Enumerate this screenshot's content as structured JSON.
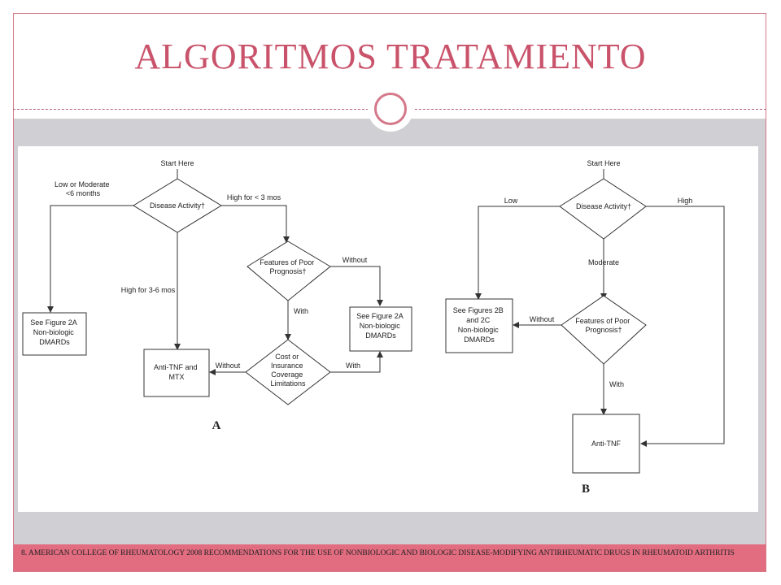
{
  "slide": {
    "title": "ALGORITMOS  TRATAMIENTO",
    "footer": "8. AMERICAN COLLEGE OF RHEUMATOLOGY 2008 RECOMMENDATIONS FOR THE USE OF NONBIOLOGIC AND BIOLOGIC DISEASE-MODIFYING ANTIRHEUMATIC DRUGS IN RHEUMATOID ARTHRITIS"
  },
  "colors": {
    "accent": "#c9536b",
    "footer_bg": "#e26c80",
    "band": "#d0d0d4"
  },
  "diagram_a": {
    "label": "A",
    "start": "Start Here",
    "decision1": [
      "Disease Activity†"
    ],
    "edge_low_mod": [
      "Low or Moderate",
      "<6 months"
    ],
    "edge_high_lt3": "High  for < 3 mos",
    "edge_high_3_6": "High for 3-6 mos",
    "decision2": [
      "Features of Poor",
      "Prognosis†"
    ],
    "edge_without1": "Without",
    "edge_with1": "With",
    "box_fig2a_left": [
      "See Figure 2A",
      "Non-biologic",
      "DMARDs"
    ],
    "box_fig2a_right": [
      "See Figure 2A",
      "Non-biologic",
      "DMARDs"
    ],
    "box_antitnf_mtx": [
      "Anti-TNF and",
      "MTX"
    ],
    "decision3": [
      "Cost or",
      "Insurance",
      "Coverage",
      "Limitations"
    ],
    "edge_without2": "Without",
    "edge_with2": "With"
  },
  "diagram_b": {
    "label": "B",
    "start": "Start Here",
    "decision1": [
      "Disease Activity†"
    ],
    "edge_low": "Low",
    "edge_high": "High",
    "edge_moderate": "Moderate",
    "decision2": [
      "Features of Poor",
      "Prognosis†"
    ],
    "edge_without": "Without",
    "edge_with": "With",
    "box_fig2b": [
      "See Figures 2B",
      "and 2C",
      "Non-biologic",
      "DMARDs"
    ],
    "box_antitnf": [
      "Anti-TNF"
    ]
  }
}
